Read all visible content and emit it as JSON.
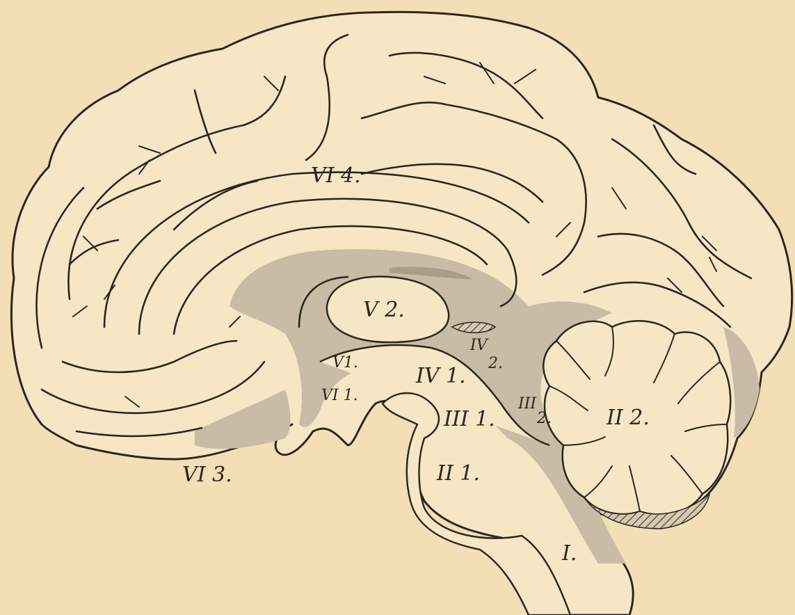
{
  "labels": {
    "vi4": "VI 4.",
    "v2": "V 2.",
    "v1": "V1.",
    "vi1": "VI 1.",
    "iv1": "IV 1.",
    "iv2_main": "IV",
    "iv2_sub": "2.",
    "iii1": "III 1.",
    "iii2_main": "III",
    "iii2_sub": "2.",
    "ii2": "II 2.",
    "ii1": "II 1.",
    "vi3": "VI 3.",
    "i": "I."
  },
  "colors": {
    "paper": "#f3dfb5",
    "ink": "#2a2622",
    "grey_matter": "#c9bba5"
  }
}
